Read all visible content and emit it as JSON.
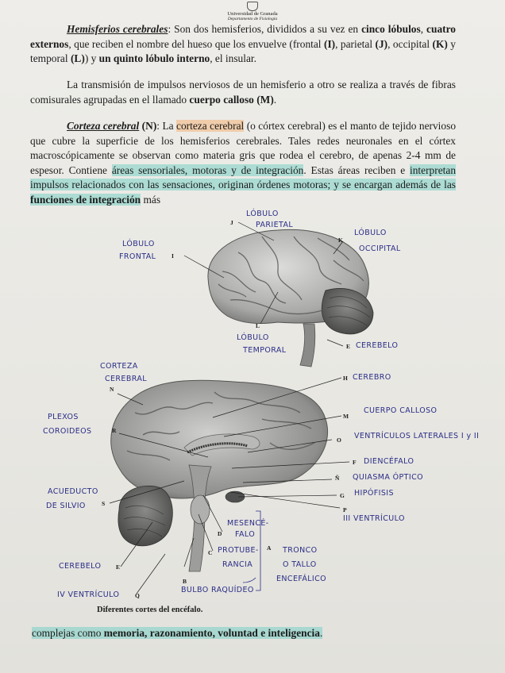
{
  "header": {
    "university": "Universidad de Granada",
    "department": "Departamento de Fisiología"
  },
  "paragraph1": {
    "title": "Hemisferios cerebrales",
    "t1": ": Son dos hemisferios, divididos a su vez en ",
    "b1": "cinco lóbulos",
    "t2": ", ",
    "b2": "cuatro externos",
    "t3": ", que reciben el nombre del hueso que los envuelve (frontal ",
    "b3": "(I)",
    "t4": ", parietal ",
    "b4": "(J)",
    "t5": ", occipital ",
    "b5": "(K)",
    "t6": " y temporal ",
    "b6": "(L)",
    "t7": ") y ",
    "b7": "un quinto lóbulo interno",
    "t8": ", el insular."
  },
  "paragraph2": {
    "t1": "La transmisión de impulsos nerviosos de un hemisferio a otro se realiza a través de fibras comisurales agrupadas en el llamado ",
    "b1": "cuerpo calloso (M)",
    "t2": "."
  },
  "paragraph3": {
    "title": "Corteza cerebral",
    "b1": " (N)",
    "t1": ": La ",
    "h1": "corteza cerebral",
    "t2": " (o córtex cerebral) es el manto de tejido nervioso que cubre la superficie de los hemisferios cerebrales. Tales redes neuronales en el córtex macroscópicamente se observan como materia gris que rodea el cerebro, de apenas 2-4 mm de espesor. Contiene ",
    "h2": "áreas sensoriales, motoras y de integración",
    "t3": ". Estas áreas reciben e ",
    "h3": "interpretan impulsos relacionados con las sensaciones, originan órdenes motoras; y se encargan además de las ",
    "h4": "funciones de integración",
    "t4": " más"
  },
  "figure": {
    "letters": {
      "I": "I",
      "J": "J",
      "K": "K",
      "L": "L",
      "E1": "E",
      "H": "H",
      "N": "N",
      "M": "M",
      "R": "R",
      "O": "O",
      "F": "F",
      "Ñ": "Ñ",
      "S": "S",
      "G": "G",
      "P": "P",
      "D": "D",
      "C": "C",
      "A": "A",
      "B": "B",
      "E2": "E",
      "Q": "Q"
    },
    "notes": {
      "parietal_1": "LÓBULO",
      "parietal_2": "PARIETAL",
      "frontal_1": "LÓBULO",
      "frontal_2": "FRONTAL",
      "occipital_1": "LÓBULO",
      "occipital_2": "OCCIPITAL",
      "temporal_1": "LÓBULO",
      "temporal_2": "TEMPORAL",
      "cerebelo_top": "CEREBELO",
      "corteza_1": "CORTEZA",
      "corteza_2": "CEREBRAL",
      "cerebro": "CEREBRO",
      "plexo_1": "PLEXOS",
      "plexo_2": "COROIDEOS",
      "cuerpo_calloso": "CUERPO CALLOSO",
      "ventriculos": "VENTRÍCULOS LATERALES I y II",
      "diencefalo": "DIENCÉFALO",
      "quiasma": "QUIASMA ÓPTICO",
      "hipofisis": "HIPÓFISIS",
      "acueducto_1": "ACUEDUCTO",
      "acueducto_2": "DE SILVIO",
      "iii_ventriculo": "III VENTRÍCULO",
      "mesencefalo_1": "MESENCÉ-",
      "mesencefalo_2": "FALO",
      "protuberancia_1": "PROTUBE-",
      "protuberancia_2": "RANCIA",
      "tronco_1": "TRONCO",
      "tronco_2": "O TALLO",
      "tronco_3": "ENCEFÁLICO",
      "cerebelo_bottom": "CEREBELO",
      "bulbo": "BULBO RAQUÍDEO",
      "iv_ventriculo": "IV VENTRÍCULO"
    },
    "caption": "Diferentes cortes del encéfalo."
  },
  "closing": {
    "t1": "complejas como ",
    "b1": "memoria, razonamiento, voluntad e inteligencia",
    "t2": "."
  }
}
